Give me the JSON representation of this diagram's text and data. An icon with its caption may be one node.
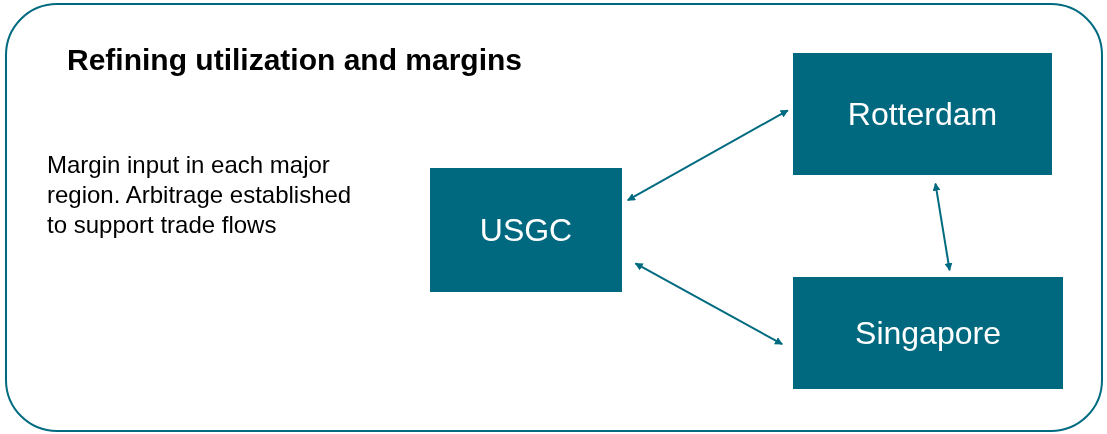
{
  "diagram": {
    "nodes": [
      {
        "text": [
          "Refining utilization and margins",
          "Margin input in each major region. Arbitrage established to support trade flows"
        ]
      },
      {
        "text": [
          "USGC"
        ],
        "in": 0
      },
      {
        "text": [
          "Rotterdam"
        ],
        "in": 0
      },
      {
        "text": [
          "Singapore"
        ],
        "in": 0
      }
    ],
    "edges": [
      {
        "from": 1,
        "to": 2,
        "arrow": "both"
      },
      {
        "from": 2,
        "to": 3,
        "arrow": "both"
      },
      {
        "from": 1,
        "to": 3,
        "arrow": "both"
      }
    ]
  }
}
